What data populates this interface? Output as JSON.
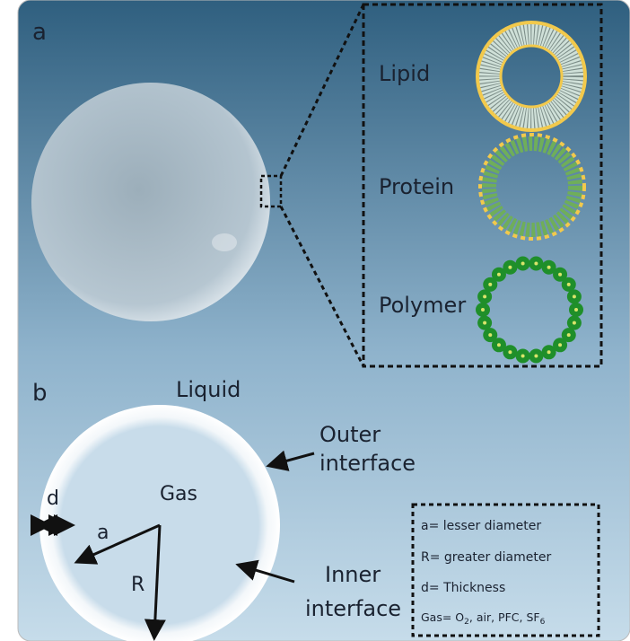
{
  "panel_a": {
    "label": "a",
    "shell_types": [
      {
        "name": "Lipid",
        "color": "#f2c94c"
      },
      {
        "name": "Protein",
        "color": "#6fae5a"
      },
      {
        "name": "Polymer",
        "color": "#1f8f2a"
      }
    ]
  },
  "panel_b": {
    "label": "b",
    "liquid": "Liquid",
    "gas": "Gas",
    "outer_interface": [
      "Outer",
      "interface"
    ],
    "inner_interface": [
      "Inner",
      "interface"
    ],
    "d": "d",
    "a": "a",
    "R": "R",
    "legend": {
      "line1": "a= lesser diameter",
      "line2": "R= greater diameter",
      "line3": "d= Thickness",
      "gas_prefix": "Gas= O",
      "gas_sub1": "2",
      "gas_mid": ", air, PFC, SF",
      "gas_sub2": "6"
    }
  },
  "colors": {
    "bg_top": "#2f5f7f",
    "bg_bottom": "#c3dbea"
  }
}
